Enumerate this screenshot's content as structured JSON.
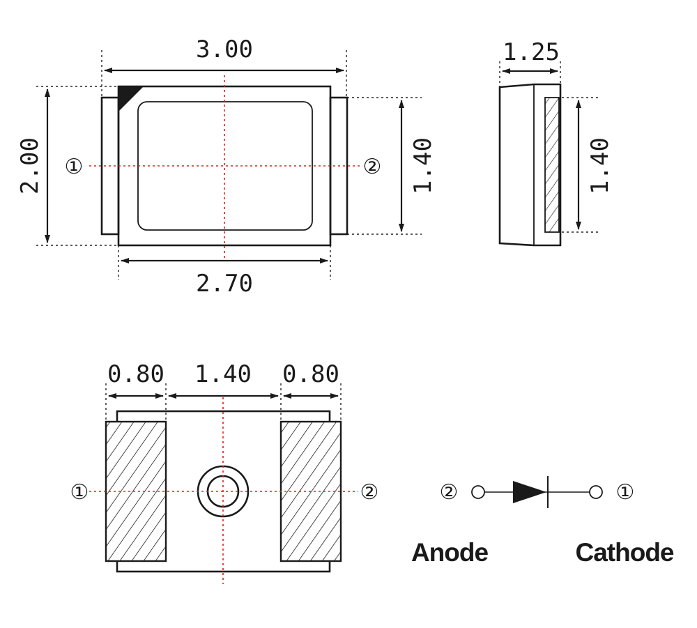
{
  "top_view": {
    "width_outer": "3.00",
    "width_inner": "2.70",
    "height": "2.00",
    "pad_height": "1.40",
    "pin_left": "①",
    "pin_right": "②"
  },
  "side_view": {
    "thickness": "1.25",
    "pad_height": "1.40"
  },
  "bottom_view": {
    "pad_left": "0.80",
    "pad_gap": "1.40",
    "pad_right": "0.80",
    "pin_left": "①",
    "pin_right": "②"
  },
  "schematic": {
    "pin_anode": "②",
    "pin_cathode": "①",
    "anode_label": "Anode",
    "cathode_label": "Cathode"
  }
}
